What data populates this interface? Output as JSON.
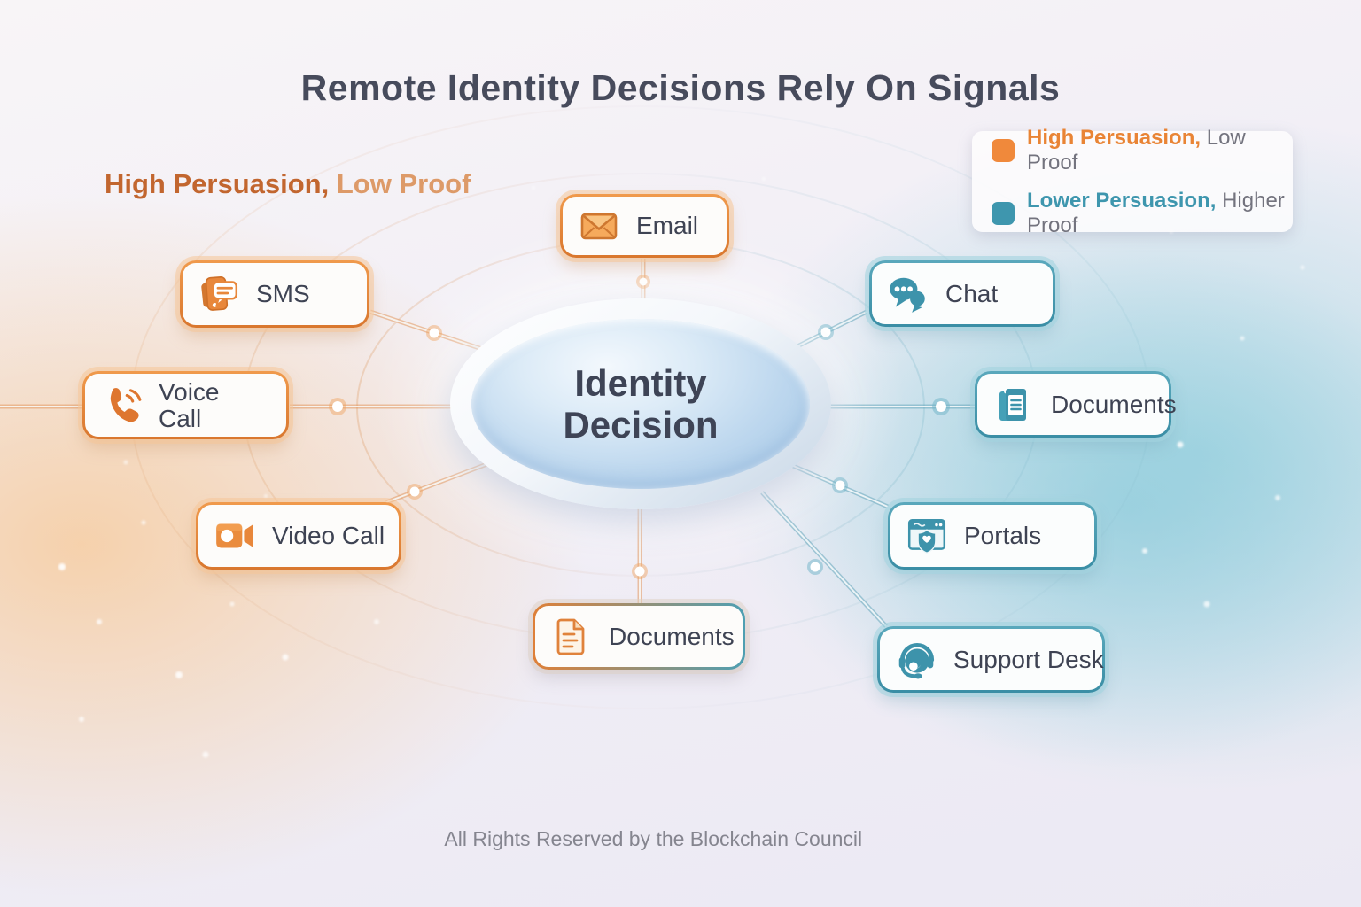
{
  "title": "Remote Identity Decisions Rely On Signals",
  "left_group_label": {
    "strong": "High Persuasion,",
    "rest": "Low Proof"
  },
  "legend": {
    "items": [
      {
        "swatch_color": "#F0893B",
        "strong": "High Persuasion,",
        "rest": "Low Proof"
      },
      {
        "swatch_color": "#3E96AE",
        "strong": "Lower Persuasion,",
        "rest": "Higher Proof"
      }
    ]
  },
  "center_node": {
    "line1": "Identity",
    "line2": "Decision"
  },
  "cards": [
    {
      "id": "email",
      "label": "Email",
      "icon": "envelope-icon",
      "group": "high-persuasion"
    },
    {
      "id": "sms",
      "label": "SMS",
      "icon": "sms-phone-icon",
      "group": "high-persuasion"
    },
    {
      "id": "voice-call",
      "label": "Voice Call",
      "icon": "phone-handset-icon",
      "group": "high-persuasion"
    },
    {
      "id": "video-call",
      "label": "Video Call",
      "icon": "video-camera-icon",
      "group": "high-persuasion"
    },
    {
      "id": "documents-bottom",
      "label": "Documents",
      "icon": "document-icon",
      "group": "mixed"
    },
    {
      "id": "chat",
      "label": "Chat",
      "icon": "chat-bubbles-icon",
      "group": "lower-persuasion"
    },
    {
      "id": "documents-right",
      "label": "Documents",
      "icon": "documents-stack-icon",
      "group": "lower-persuasion"
    },
    {
      "id": "portals",
      "label": "Portals",
      "icon": "browser-shield-icon",
      "group": "lower-persuasion"
    },
    {
      "id": "support-desk",
      "label": "Support Desk",
      "icon": "headset-icon",
      "group": "lower-persuasion"
    }
  ],
  "footer": "All Rights Reserved by the Blockchain Council",
  "colors": {
    "orange_accent": "#E8873B",
    "teal_accent": "#3E96AE",
    "title_text": "#474B5C",
    "card_label_text": "#3E4353",
    "muted_text": "#77777E"
  }
}
